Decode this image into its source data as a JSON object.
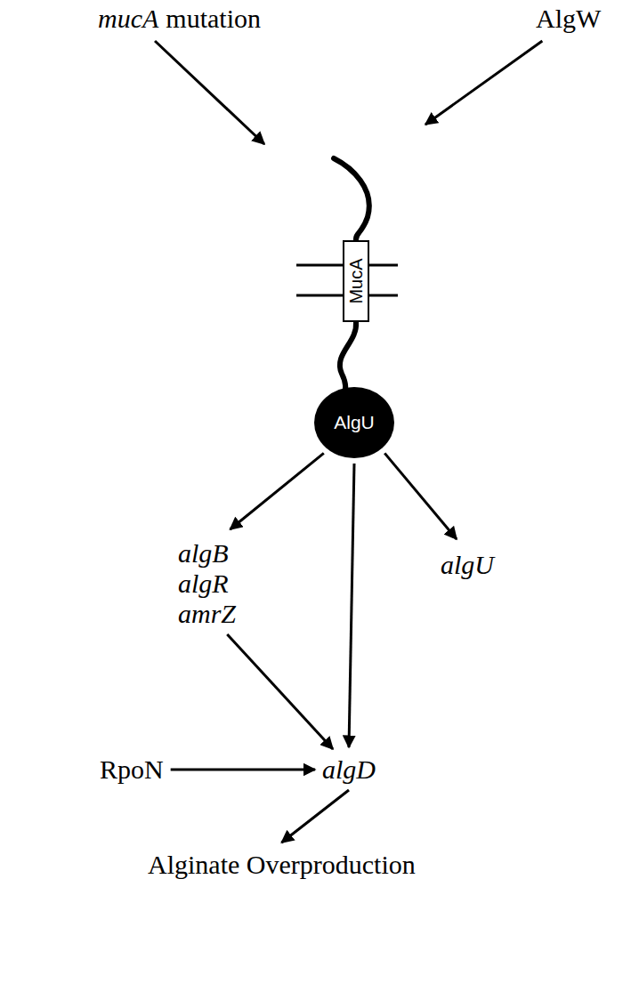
{
  "diagram": {
    "nodes": [
      {
        "text": [
          "mucA",
          "mutation"
        ]
      },
      {
        "text": [
          "AlgW"
        ]
      },
      {
        "text": [
          "MucA"
        ]
      },
      {
        "text": [
          "AlgU"
        ]
      },
      {
        "text": [
          "algB",
          "algR",
          "amrZ"
        ]
      },
      {
        "text": [
          "algU"
        ]
      },
      {
        "text": [
          "RpoN"
        ]
      },
      {
        "text": [
          "algD"
        ]
      },
      {
        "text": [
          "Alginate Overproduction"
        ]
      }
    ],
    "edges": [
      {
        "from": 0,
        "to": 2,
        "arrow": "to"
      },
      {
        "from": 1,
        "to": 2,
        "arrow": "to"
      },
      {
        "from": 3,
        "to": 4,
        "arrow": "to"
      },
      {
        "from": 3,
        "to": 7,
        "arrow": "to"
      },
      {
        "from": 3,
        "to": 5,
        "arrow": "to"
      },
      {
        "from": 4,
        "to": 7,
        "arrow": "to"
      },
      {
        "from": 6,
        "to": 7,
        "arrow": "to"
      },
      {
        "from": 7,
        "to": 8,
        "arrow": "to"
      }
    ]
  }
}
